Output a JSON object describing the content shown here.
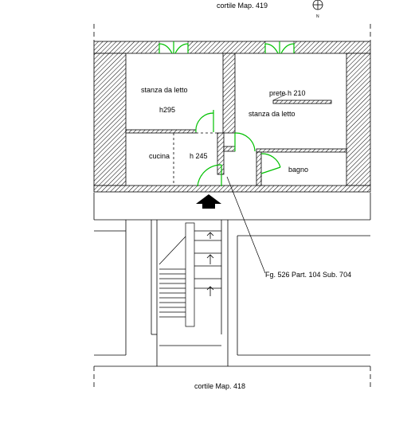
{
  "labels": {
    "top_courtyard": "cortile Map. 419",
    "bottom_courtyard": "cortile Map. 418",
    "north_marker": "N",
    "bedroom_left": "stanza da letto",
    "bedroom_left_height": "h295",
    "bedroom_right": "stanza da letto",
    "partition_note": "prete h 210",
    "kitchen": "cucina",
    "kitchen_height": "h 245",
    "bathroom": "bagno",
    "cadastral_reference": "Fg. 526 Part. 104 Sub. 704"
  },
  "colors": {
    "wall_hatch": "#000000",
    "door_green": "#00c000",
    "line": "#000000",
    "background": "#ffffff"
  },
  "icons": {
    "compass": "north-compass-icon",
    "entrance_arrow": "entrance-arrow-icon",
    "stair_arrow": "stair-up-arrow-icon"
  }
}
